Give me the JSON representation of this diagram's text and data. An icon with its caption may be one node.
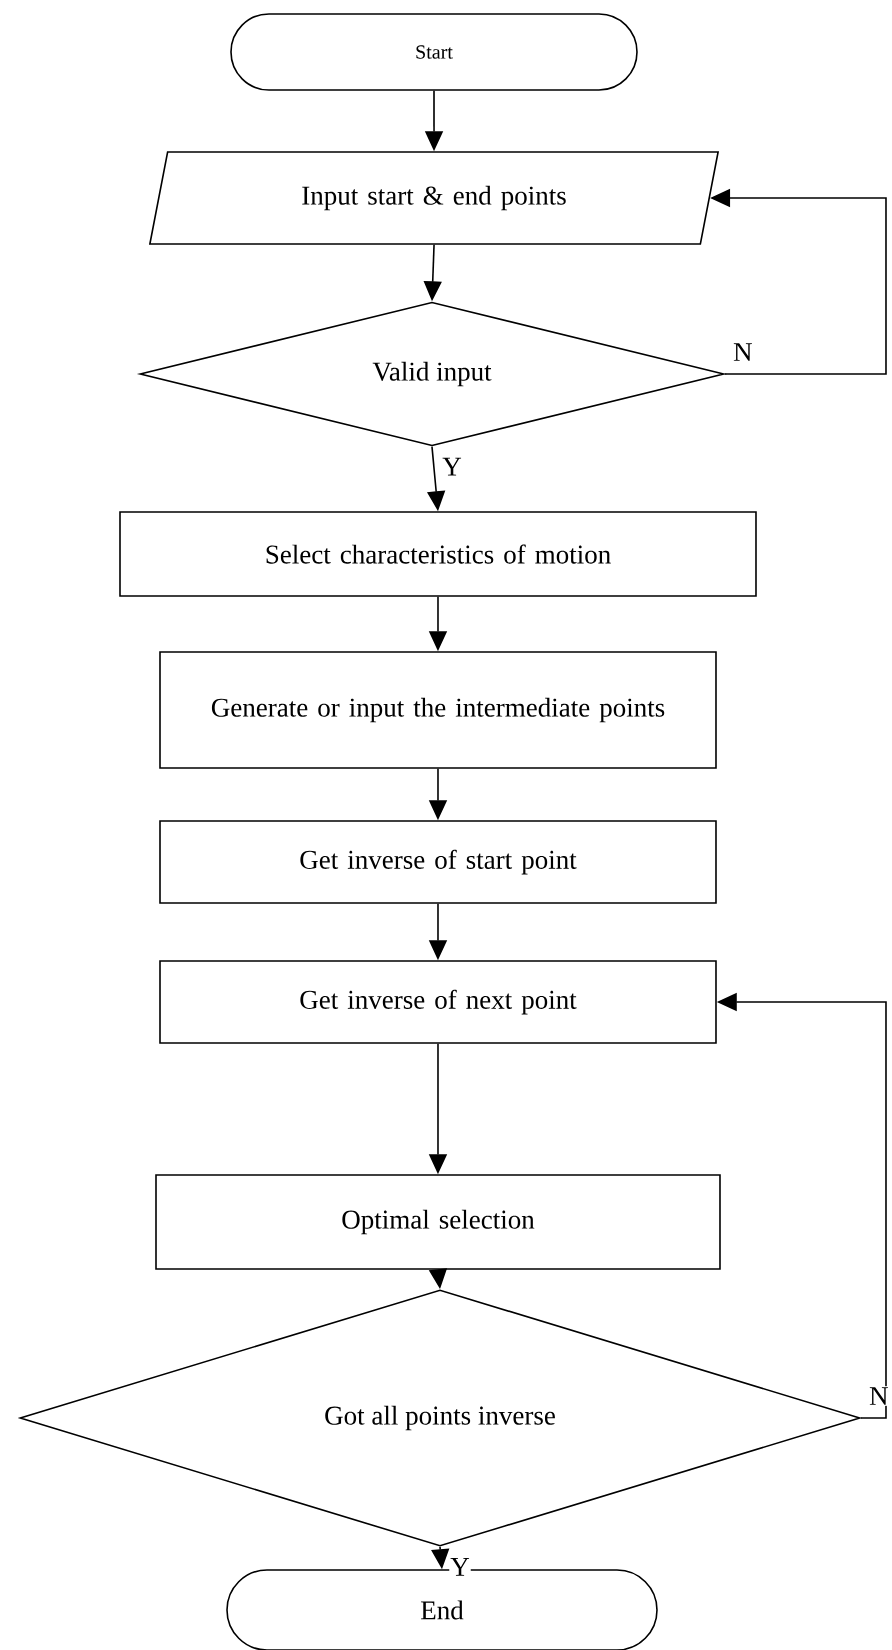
{
  "diagram": {
    "nodes": [
      {
        "text": [
          "Start"
        ]
      },
      {
        "text": [
          "Input start & end points"
        ]
      },
      {
        "text": [
          "Valid input"
        ]
      },
      {
        "text": [
          "Select characteristics of motion"
        ]
      },
      {
        "text": [
          "Generate or input the intermediate points"
        ]
      },
      {
        "text": [
          "Get inverse of start point"
        ]
      },
      {
        "text": [
          "Get inverse of next point"
        ]
      },
      {
        "text": [
          "Optimal selection"
        ]
      },
      {
        "text": [
          "Got all points inverse"
        ]
      },
      {
        "text": [
          "End"
        ]
      }
    ],
    "edges": [
      {
        "from": 0,
        "to": 1,
        "arrow": "to"
      },
      {
        "from": 1,
        "to": 2,
        "arrow": "to"
      },
      {
        "from": 2,
        "to": 3,
        "arrow": "to",
        "label": "Y"
      },
      {
        "from": 2,
        "to": 1,
        "arrow": "to",
        "label": "N"
      },
      {
        "from": 3,
        "to": 4,
        "arrow": "to"
      },
      {
        "from": 4,
        "to": 5,
        "arrow": "to"
      },
      {
        "from": 5,
        "to": 6,
        "arrow": "to"
      },
      {
        "from": 6,
        "to": 7,
        "arrow": "to"
      },
      {
        "from": 7,
        "to": 8,
        "arrow": "to"
      },
      {
        "from": 8,
        "to": 9,
        "arrow": "to",
        "label": "Y"
      },
      {
        "from": 8,
        "to": 6,
        "arrow": "to",
        "label": "N"
      }
    ]
  }
}
